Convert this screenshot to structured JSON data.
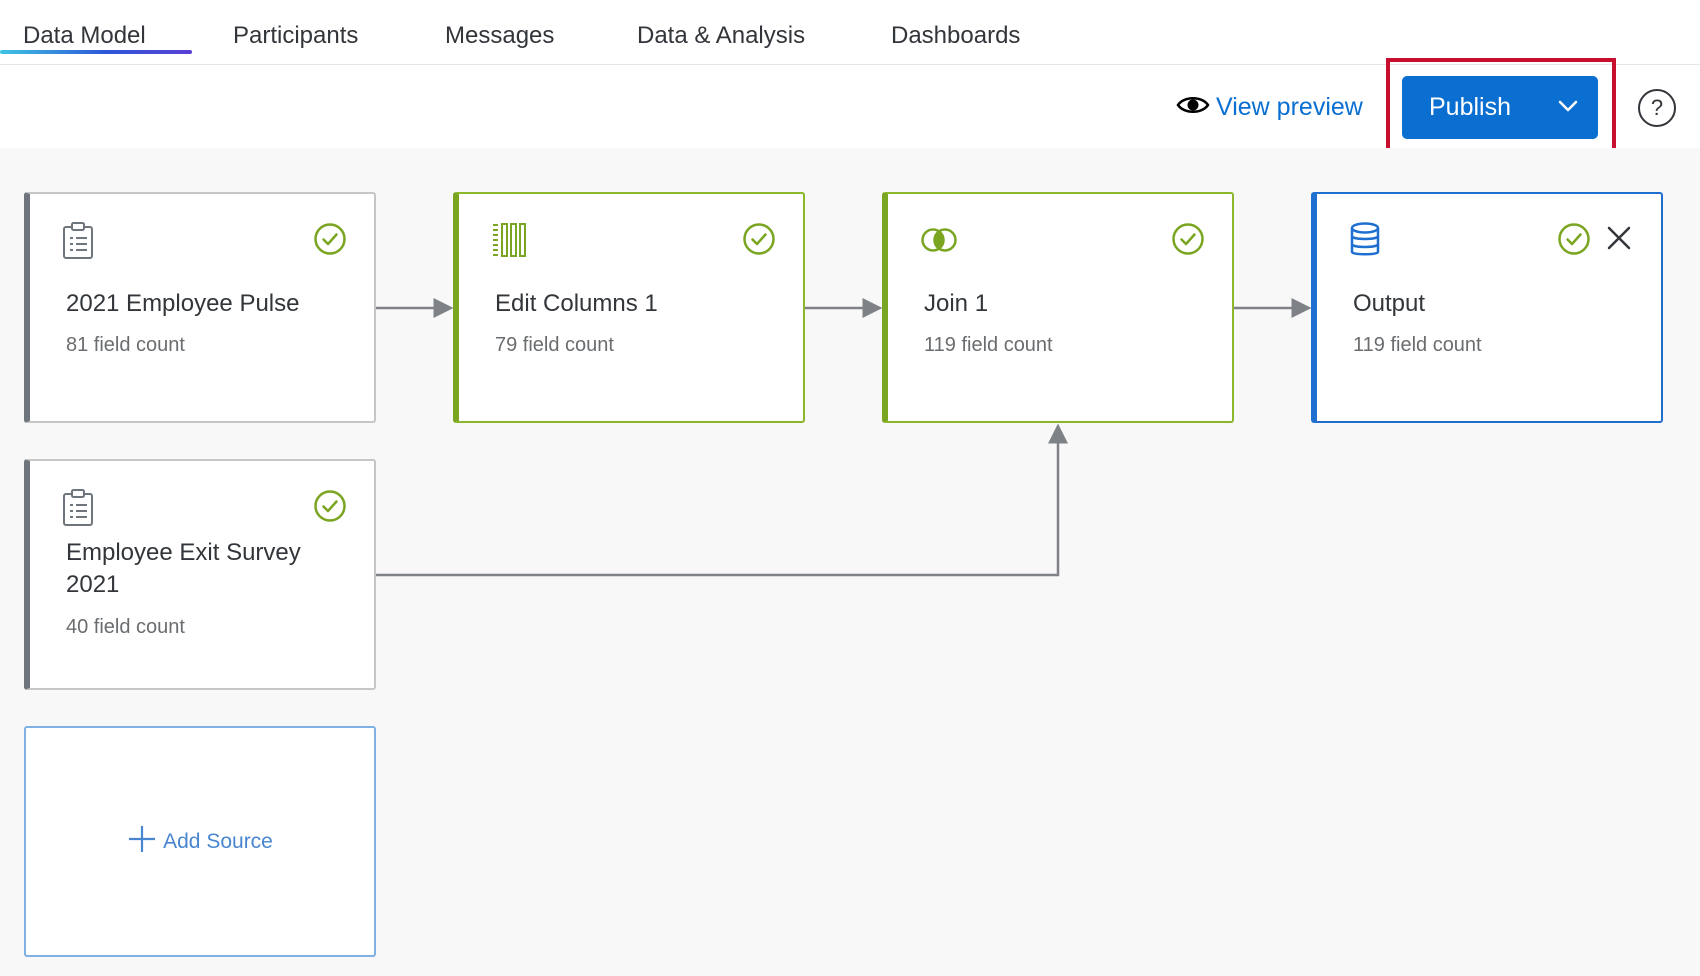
{
  "tabs": [
    {
      "label": "Data Model",
      "active": true
    },
    {
      "label": "Participants"
    },
    {
      "label": "Messages"
    },
    {
      "label": "Data & Analysis"
    },
    {
      "label": "Dashboards"
    }
  ],
  "toolbar": {
    "view_preview_label": "View preview",
    "publish_label": "Publish",
    "help_label": "?"
  },
  "nodes": {
    "source1": {
      "title": "2021 Employee Pulse",
      "count": "81 field count",
      "icon": "clipboard-icon",
      "status": "check-circle-icon"
    },
    "source2": {
      "title": "Employee Exit Survey 2021",
      "count": "40 field count",
      "icon": "clipboard-icon",
      "status": "check-circle-icon"
    },
    "edit_columns": {
      "title": "Edit Columns 1",
      "count": "79 field count",
      "icon": "columns-icon",
      "status": "check-circle-icon"
    },
    "join": {
      "title": "Join 1",
      "count": "119 field count",
      "icon": "join-icon",
      "status": "check-circle-icon"
    },
    "output": {
      "title": "Output",
      "count": "119 field count",
      "icon": "database-icon",
      "status": "check-circle-icon"
    }
  },
  "add_source_label": "Add Source",
  "colors": {
    "accent_blue": "#0b6fd1",
    "success_green": "#7aa520",
    "highlight_red": "#c8102e",
    "source_gray": "#6e757c"
  }
}
